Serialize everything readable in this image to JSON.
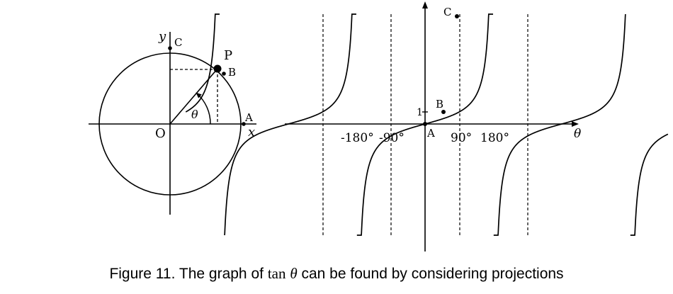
{
  "unit_circle": {
    "labels": {
      "y_axis": "y",
      "x_axis": "x",
      "origin": "O",
      "point_p": "P",
      "point_a": "A",
      "point_b": "B",
      "point_c": "C",
      "angle": "θ"
    }
  },
  "tangent_graph": {
    "labels": {
      "theta_axis": "θ",
      "point_a": "A",
      "point_b": "B",
      "point_c": "C",
      "unit_tick": "1"
    },
    "tick_labels": [
      "-180°",
      "-90°",
      "90°",
      "180°"
    ]
  },
  "caption": {
    "prefix": "Figure 11.  The graph of ",
    "function": "tan",
    "variable": "θ",
    "suffix": " can be found by considering projections"
  }
}
